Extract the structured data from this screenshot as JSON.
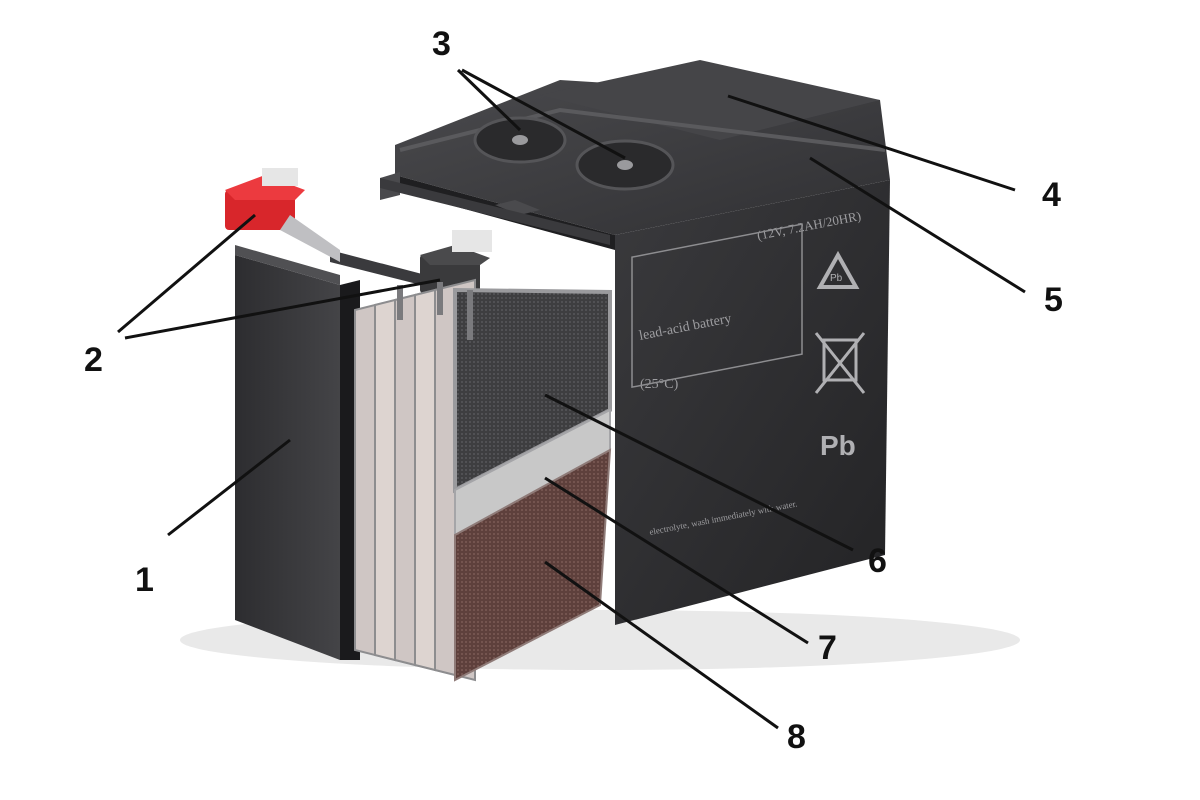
{
  "callouts": {
    "c1": "1",
    "c2": "2",
    "c3": "3",
    "c4": "4",
    "c5": "5",
    "c6": "6",
    "c7": "7",
    "c8": "8"
  },
  "label": {
    "rating": "(12V, 7.2AH/20HR)",
    "type": "lead-acid battery",
    "temp": "(25°C)",
    "warning": "electrolyte, wash immediately with water.",
    "pb": "Pb"
  },
  "colors": {
    "case": "#2b2b2d",
    "case_dark": "#1c1c1e",
    "terminal_positive": "#d8262b",
    "terminal_negative": "#3a3a3c",
    "plate_negative": "#4a4a4c",
    "separator": "#c8c8c8",
    "plate_positive": "#6b4a45"
  },
  "icons": [
    "recycle-icon",
    "crossed-bin-icon"
  ]
}
